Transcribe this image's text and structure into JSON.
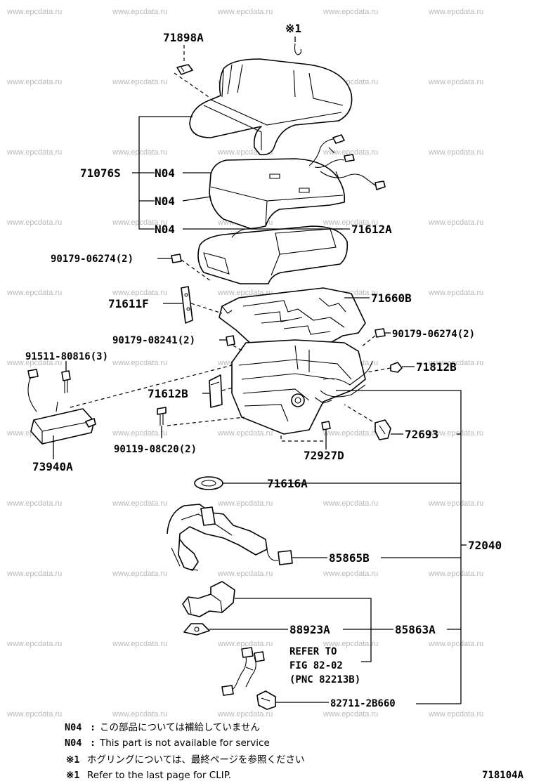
{
  "watermark": "www.epcdata.ru",
  "figure_id": "718104A",
  "clip_marker": "※1",
  "callouts": {
    "p71898A": "71898A",
    "p71076S": "71076S",
    "n04a": "N04",
    "n04b": "N04",
    "n04c": "N04",
    "p71612A": "71612A",
    "p90179_06274_left": "90179-06274(2)",
    "p71611F": "71611F",
    "p71660B": "71660B",
    "p90179_08241": "90179-08241(2)",
    "p90179_06274_right": "90179-06274(2)",
    "p91511": "91511-80816(3)",
    "p71812B": "71812B",
    "p71612B": "71612B",
    "p90119": "90119-08C20(2)",
    "p72927D": "72927D",
    "p72693": "72693",
    "p73940A": "73940A",
    "p71616A": "71616A",
    "p72040": "72040",
    "p85865B": "85865B",
    "p88923A": "88923A",
    "p85863A": "85863A",
    "refer_line1": "REFER TO",
    "refer_line2": "FIG 82-02",
    "refer_line3": "(PNC 82213B)",
    "p82711": "82711-2B660"
  },
  "notes": [
    {
      "mark": "N04",
      "sep": ":",
      "text": "この部品については補給していません"
    },
    {
      "mark": "N04",
      "sep": ":",
      "text": "This part is not available for service"
    },
    {
      "mark": "※1",
      "sep": "",
      "text": "ホグリングについては、最終ページを参照ください"
    },
    {
      "mark": "※1",
      "sep": "",
      "text": "Refer to the last page for CLIP."
    }
  ]
}
